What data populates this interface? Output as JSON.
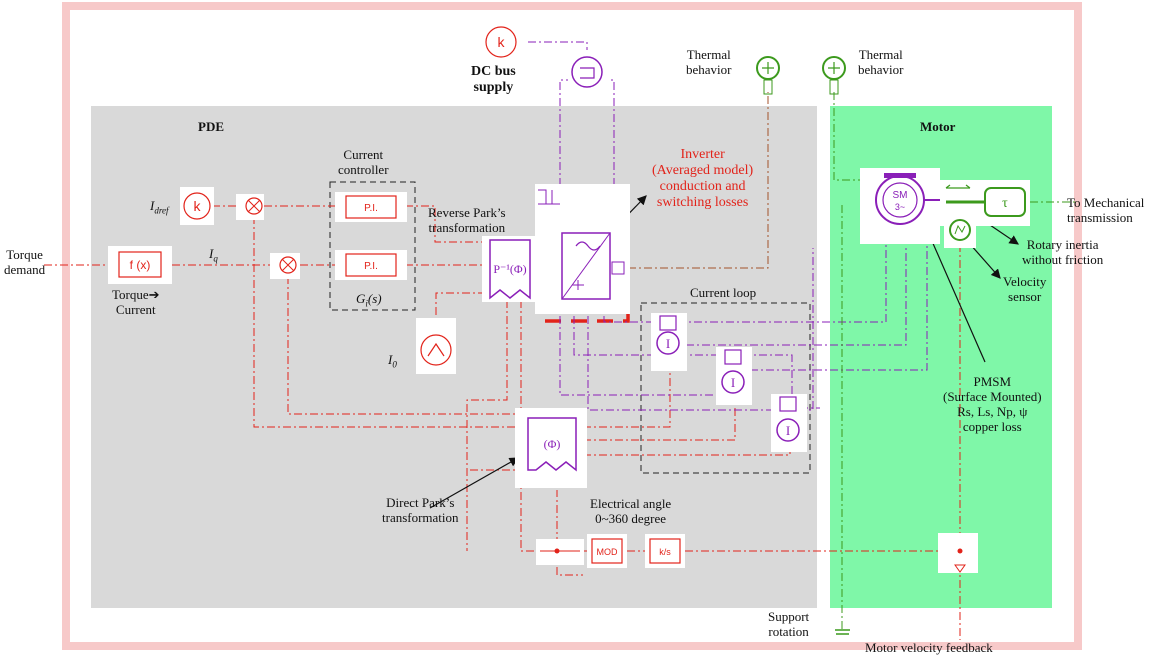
{
  "labels": {
    "dc_bus_supply": "DC bus\nsupply",
    "thermal_1": "Thermal\nbehavior",
    "thermal_2": "Thermal\nbehavior",
    "pde": "PDE",
    "motor": "Motor",
    "current_controller": "Current\ncontroller",
    "reverse_park": "Reverse Park’s\ntransformation",
    "inverter": "Inverter\n(Averaged model)\nconduction and\nswitching losses",
    "to_mechanical": "To Mechanical\ntransmission",
    "rotary_inertia": "Rotary inertia\nwithout friction",
    "velocity_sensor": "Velocity\nsensor",
    "torque_demand": "Torque\ndemand",
    "torque_current": "Torque➔\nCurrent",
    "i_dref": "I",
    "i_dref_sub": "dref",
    "i_q": "I",
    "i_q_sub": "q",
    "i_0": "I",
    "i_0_sub": "0",
    "gi_s": "G",
    "gi_s_sub": "i",
    "gi_s_tail": "(s)",
    "current_loop": "Current loop",
    "pmsm": "PMSM\n(Surface Mounted)\nRs, Ls, Np, ψ\ncopper loss",
    "direct_park": "Direct Park’s\ntransformation",
    "electrical_angle": "Electrical angle\n0~360 degree",
    "support_rotation": "Support\nrotation",
    "motor_velocity_feedback": "Motor velocity feedback"
  },
  "blocks": {
    "pi_1": "P.I.",
    "pi_2": "P.I.",
    "fx": "f (x)",
    "k_source": "k",
    "k_dc": "k",
    "mod": "MOD",
    "integrator": "k/s",
    "sm": "SM\n3~",
    "tau": "τ",
    "current_sensor": "I",
    "park": "(Φ)",
    "rev_park": "P⁻¹(Φ)"
  },
  "colors": {
    "frame": "#f7c9c9",
    "pde_bg": "#d9d9d9",
    "motor_bg": "#7ff7a8",
    "red_signal": "#e2231a",
    "purple_power": "#8a1fb8",
    "brown_thermal": "#a3522b",
    "green_mech": "#3c9a1d",
    "dashed_box": "#222222"
  }
}
